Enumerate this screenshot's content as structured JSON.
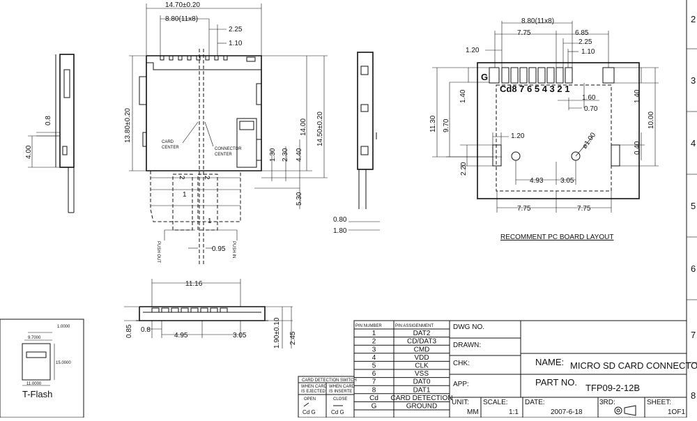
{
  "top_view": {
    "dim_overall_width": "14.70±0.20",
    "dim_pitch": "8.80(11x8)",
    "dim_2_25": "2.25",
    "dim_1_10": "1.10",
    "dim_card_height": "13.80±0.20",
    "dim_14_00": "14.00",
    "dim_14_50": "14.50±0.20",
    "dim_1_30": "1.30",
    "dim_2_30": "2.30",
    "dim_4_40": "4.40",
    "dim_5_30": "5.30",
    "dim_0_95": "0.95",
    "card_center_1": "CARD",
    "card_center_2": "CENTER",
    "connector_center_1": "CONNECTOR",
    "connector_center_2": "CENTER",
    "push_out": "PUSH OUT",
    "push_in": "PUSH IN",
    "label_2a": "2",
    "label_2b": "2",
    "label_1a": "1",
    "label_1b": "1"
  },
  "left_side_view": {
    "dim_0_8": "0.8",
    "dim_4_00": "4.00"
  },
  "right_side_view": {
    "dim_0_80": "0.80",
    "dim_1_80": "1.80"
  },
  "front_view": {
    "dim_11_16": "11.16",
    "dim_0_85": "0.85",
    "dim_0_8": "0.8",
    "dim_4_95": "4.95",
    "dim_3_05": "3.05",
    "dim_1_90": "1.90±0.10",
    "dim_2_45": "2.45"
  },
  "pcb_layout": {
    "dim_pitch": "8.80(11x8)",
    "dim_7_75": "7.75",
    "dim_6_85": "6.85",
    "dim_2_25": "2.25",
    "dim_1_10": "1.10",
    "dim_1_20_top": "1.20",
    "dim_1_40_left": "1.40",
    "dim_11_30": "11.30",
    "dim_9_70": "9.70",
    "dim_1_60": "1.60",
    "dim_0_70": "0.70",
    "dim_1_40_right": "1.40",
    "dim_10_00": "10.00",
    "dim_1_20_mid": "1.20",
    "dim_phi": "ø1.00",
    "dim_0_40": "0.40",
    "dim_2_20": "2.20",
    "dim_4_93": "4.93",
    "dim_3_05": "3.05",
    "dim_bottom_left": "7.75",
    "dim_bottom_right": "7.75",
    "pad_g": "G",
    "pad_labels": "Cd8 7 6 5 4 3 2 1",
    "caption": "RECOMMENT PC BOARD LAYOUT"
  },
  "tflash": {
    "label": "T-Flash",
    "dim_a": "9.7000",
    "dim_b": "15.0000",
    "dim_c": "11.0000",
    "dim_d": "1.0000"
  },
  "detection_switch": {
    "title": "CARD DETECTION SWITCH",
    "col1_head_1": "WHEN CARD",
    "col1_head_2": "IS EJECTED",
    "col2_head_1": "WHEN CARD",
    "col2_head_2": "IS INSERTE",
    "col1_state": "OPEN",
    "col2_state": "CLOSE",
    "col1_pins": "Cd  G",
    "col2_pins": "Cd  G"
  },
  "pin_table": {
    "head_number": "PIN NUMBER",
    "head_assign": "PIN ASSIGENMENT",
    "rows": [
      {
        "num": "1",
        "name": "DAT2"
      },
      {
        "num": "2",
        "name": "CD/DAT3"
      },
      {
        "num": "3",
        "name": "CMD"
      },
      {
        "num": "4",
        "name": "VDD"
      },
      {
        "num": "5",
        "name": "CLK"
      },
      {
        "num": "6",
        "name": "VSS"
      },
      {
        "num": "7",
        "name": "DAT0"
      },
      {
        "num": "8",
        "name": "DAT1"
      },
      {
        "num": "Cd",
        "name": "CARD DETECTION"
      },
      {
        "num": "G",
        "name": "GROUND"
      }
    ]
  },
  "title_block": {
    "dwg_no": "DWG NO.",
    "drawn": "DRAWN:",
    "chk": "CHK:",
    "app": "APP:",
    "name_label": "NAME:",
    "name_value": "MICRO SD CARD CONNECTOR",
    "part_label": "PART NO.",
    "part_value": "TFP09-2-12B",
    "unit_label": "UNIT:",
    "unit_value": "MM",
    "scale_label": "SCALE:",
    "scale_value": "1:1",
    "date_label": "DATE:",
    "date_value": "2007-6-18",
    "third_label": "3RD:",
    "sheet_label": "SHEET:",
    "sheet_value": "1OF1"
  },
  "border": {
    "zone_2": "2",
    "zone_3": "3",
    "zone_4": "4",
    "zone_5": "5",
    "zone_6": "6",
    "zone_7": "7",
    "zone_8": "8"
  }
}
